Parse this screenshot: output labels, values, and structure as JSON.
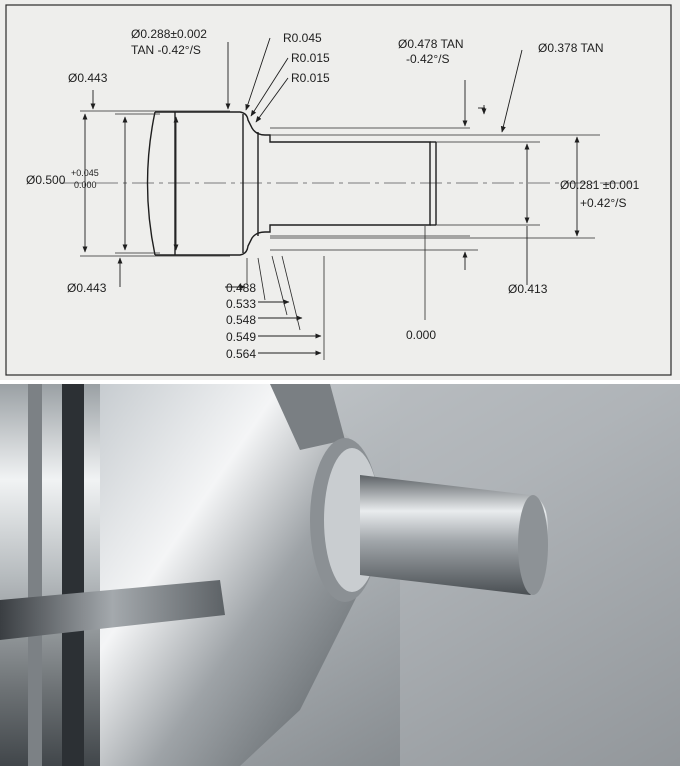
{
  "drawing": {
    "labels": {
      "dia_0288": "Ø0.288±0.002",
      "tan_042": "TAN -0.42°/S",
      "r0045": "R0.045",
      "r0015_a": "R0.015",
      "r0015_b": "R0.015",
      "dia_0478": "Ø0.478 TAN",
      "tan_042_b": "-0.42°/S",
      "dia_0378": "Ø0.378 TAN",
      "dia_0443_top": "Ø0.443",
      "dia_0500": "Ø0.500",
      "tol_plus": "+0.045",
      "tol_zero": "0.000",
      "dia_0443_bottom": "Ø0.443",
      "dia_0281": "Ø0.281 ±0.001",
      "plus_042": "+0.42°/S",
      "dia_0413": "Ø0.413",
      "z_0000": "0.000"
    },
    "z_dims": [
      "0.488",
      "0.533",
      "0.548",
      "0.549",
      "0.564"
    ]
  }
}
